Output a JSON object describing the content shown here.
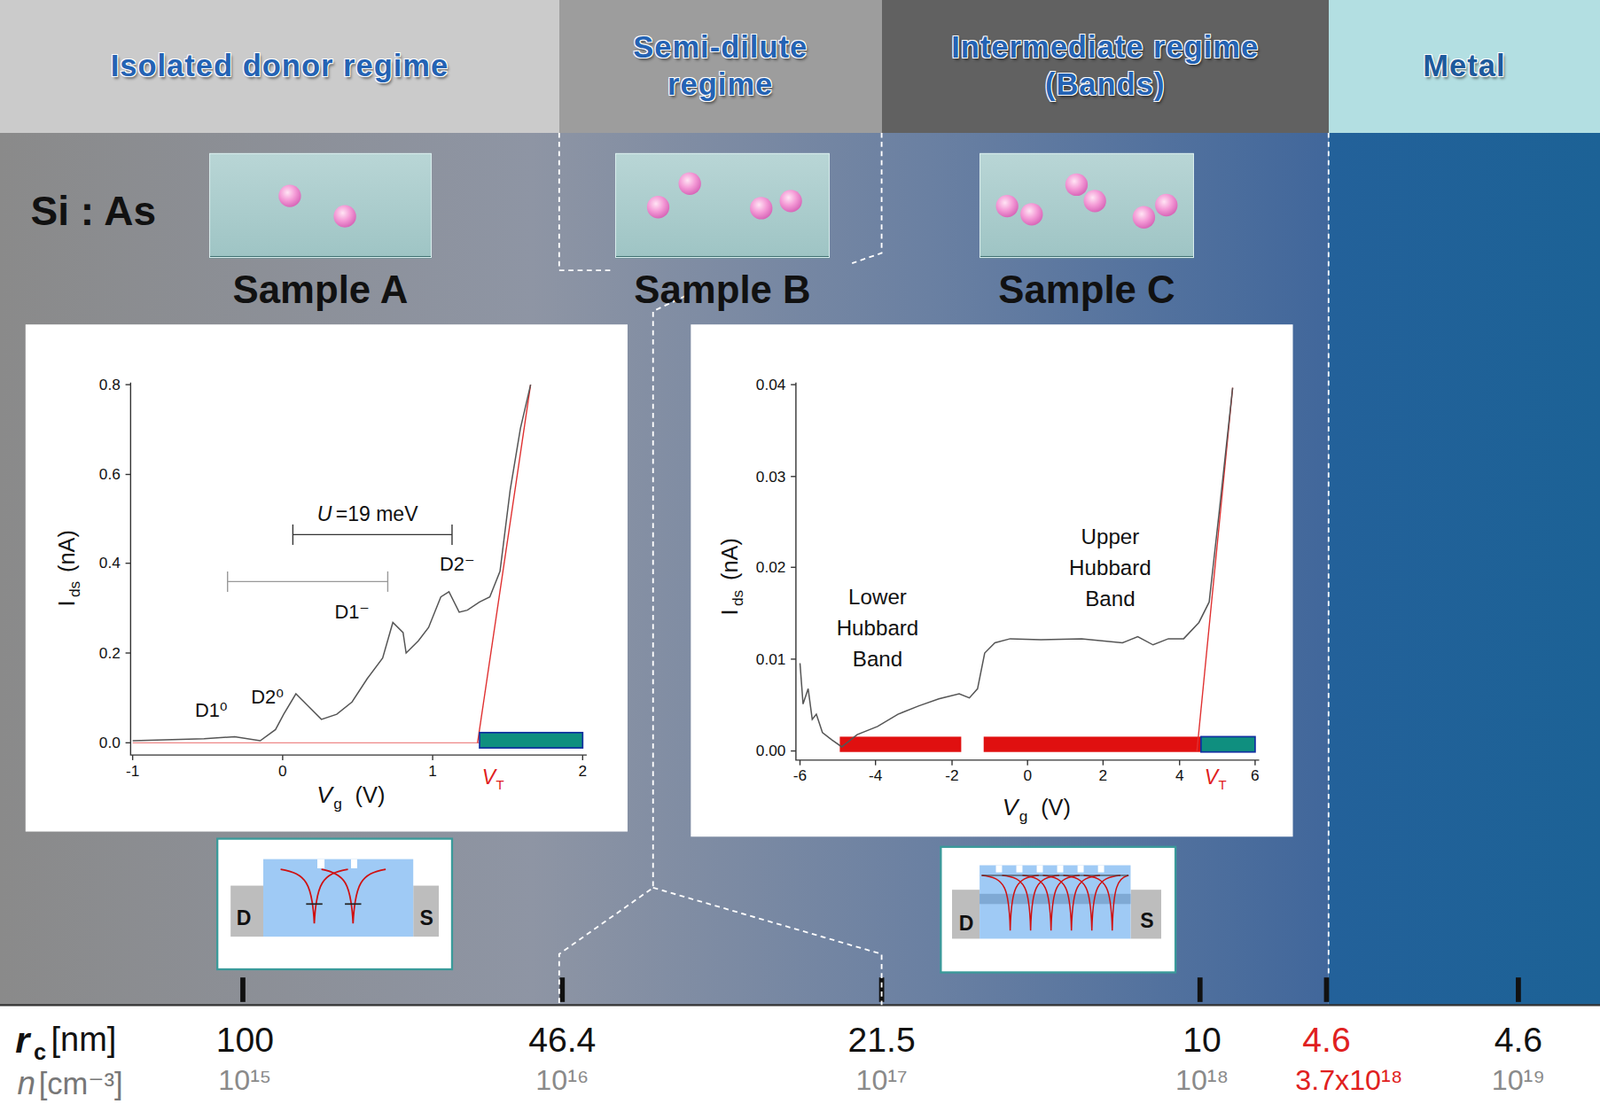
{
  "diagram": {
    "nodes": [
      {
        "text": [
          "Isolated donor regime"
        ]
      },
      {
        "text": [
          "Semi-dilute regime"
        ]
      },
      {
        "text": [
          "Intermediate regime (Bands)"
        ]
      },
      {
        "text": [
          "Metal"
        ]
      },
      {
        "text": [
          "Sample A"
        ]
      },
      {
        "text": [
          "Sample B"
        ]
      },
      {
        "text": [
          "Sample C"
        ]
      },
      {
        "text": [
          "D",
          "S"
        ]
      },
      {
        "text": [
          "D",
          "S"
        ]
      }
    ],
    "labels": [
      "Si : As",
      "0.8",
      "0.6",
      "0.4",
      "0.2",
      "0.0",
      "-1",
      "0",
      "1",
      "2",
      "I",
      "ds",
      "(nA)",
      "V",
      "g",
      "(V)",
      "U",
      "=19 meV",
      "D1⁰",
      "D2⁰",
      "D1⁻",
      "D2⁻",
      "V",
      "T",
      "0.04",
      "0.03",
      "0.02",
      "0.01",
      "0.00",
      "-6",
      "-4",
      "-2",
      "0",
      "2",
      "4",
      "6",
      "I",
      "ds",
      "(nA)",
      "V",
      "g",
      "(V)",
      "Lower Hubbard Band",
      "Upper Hubbard Band",
      "V",
      "T",
      "r",
      "c",
      "[nm]",
      "n",
      "[cm⁻³]",
      "100",
      "46.4",
      "21.5",
      "10",
      "4.6",
      "4.6",
      "10¹⁵",
      "10¹⁶",
      "10¹⁷",
      "10¹⁸",
      "3.7x10¹⁸",
      "10¹⁹"
    ]
  }
}
